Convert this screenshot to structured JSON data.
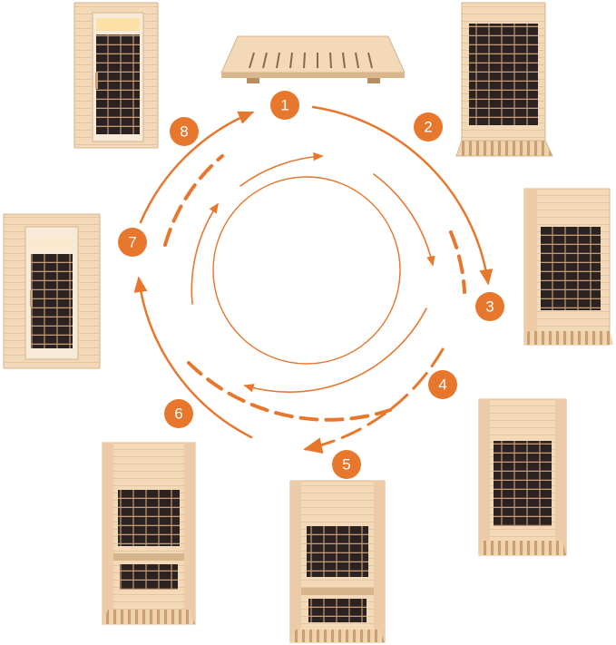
{
  "diagram": {
    "accent_color": "#e8772e",
    "wood_color": "#f3d9b8",
    "panel_color": "#2a2322",
    "steps": [
      {
        "number": "1",
        "stage": "floor-base"
      },
      {
        "number": "2",
        "stage": "back-panel-on-floor"
      },
      {
        "number": "3",
        "stage": "left-side-panel"
      },
      {
        "number": "4",
        "stage": "right-side-panel"
      },
      {
        "number": "5",
        "stage": "bench-and-front-heater"
      },
      {
        "number": "6",
        "stage": "front-frame"
      },
      {
        "number": "7",
        "stage": "door-and-front"
      },
      {
        "number": "8",
        "stage": "roof-completed"
      }
    ]
  }
}
